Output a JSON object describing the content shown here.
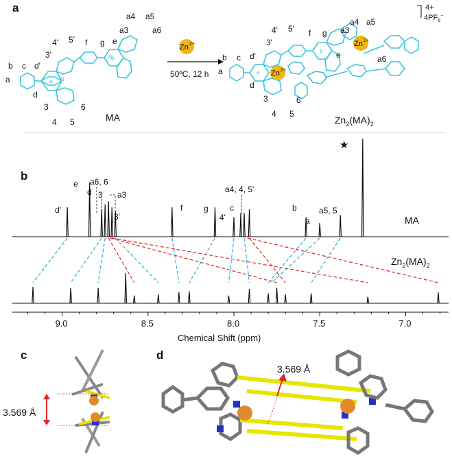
{
  "panels": {
    "a": "a",
    "b": "b",
    "c": "c",
    "d": "d"
  },
  "scheme": {
    "reactant": "MA",
    "reagent": "Zn",
    "reagent_charge": "2+",
    "conditions": "50ºC, 12 h",
    "product_main": "Zn",
    "product_sub": "2",
    "product_paren": "(MA)",
    "product_paren_sub": "2",
    "charge": "4+",
    "counterion_main": "4PF",
    "counterion_sub": "6",
    "counterion_sup": "−",
    "metal_label": "Zn",
    "metal_charge": "2+",
    "ring_a": "a",
    "ring_b": "b",
    "reactant_labels": [
      "a",
      "b",
      "c",
      "d'",
      "4'",
      "5'",
      "3'",
      "f",
      "g",
      "e",
      "a3",
      "a4",
      "a5",
      "a6",
      "d",
      "3",
      "6",
      "4",
      "5"
    ],
    "product_labels": [
      "a",
      "b",
      "c",
      "d'",
      "4'",
      "5'",
      "3'",
      "f",
      "g",
      "e",
      "a3",
      "a4",
      "a5",
      "a6",
      "d",
      "3",
      "6",
      "4",
      "5"
    ]
  },
  "nmr": {
    "xlabel": "Chemical Shift (ppm)",
    "ticks": [
      "9.0",
      "8.5",
      "8.0",
      "7.5",
      "7.0"
    ],
    "trace_top_label": "MA",
    "trace_bottom_label_main": "Zn",
    "trace_bottom_label_sub": "2",
    "trace_bottom_label_paren": "(MA)",
    "trace_bottom_label_paren_sub": "2",
    "star": "★",
    "peak_labels": [
      "d'",
      "e",
      "d",
      "a6, 6",
      "3",
      "a3",
      "3'",
      "f",
      "g",
      "4'",
      "c",
      "a4, 4, 5'",
      "b",
      "a",
      "a5, 5"
    ]
  },
  "panel_c": {
    "distance": "3.569 Å"
  },
  "panel_d": {
    "distance": "3.569 Å"
  },
  "chart_data": {
    "type": "line",
    "xlabel": "Chemical Shift (ppm)",
    "xlim": [
      9.25,
      6.75
    ],
    "series": [
      {
        "name": "MA",
        "peaks": [
          {
            "ppm": 8.97,
            "h": 0.3
          },
          {
            "ppm": 8.84,
            "h": 0.55
          },
          {
            "ppm": 8.77,
            "h": 0.28
          },
          {
            "ppm": 8.75,
            "h": 0.33
          },
          {
            "ppm": 8.73,
            "h": 0.36
          },
          {
            "ppm": 8.71,
            "h": 0.3
          },
          {
            "ppm": 8.69,
            "h": 0.26
          },
          {
            "ppm": 8.36,
            "h": 0.3
          },
          {
            "ppm": 8.11,
            "h": 0.3
          },
          {
            "ppm": 8.0,
            "h": 0.2
          },
          {
            "ppm": 7.96,
            "h": 0.24
          },
          {
            "ppm": 7.94,
            "h": 0.24
          },
          {
            "ppm": 7.91,
            "h": 0.28
          },
          {
            "ppm": 7.58,
            "h": 0.2
          },
          {
            "ppm": 7.5,
            "h": 0.14
          },
          {
            "ppm": 7.38,
            "h": 0.22
          },
          {
            "ppm": 7.25,
            "h": 1.0
          }
        ]
      },
      {
        "name": "Zn2(MA)2",
        "peaks": [
          {
            "ppm": 9.17,
            "h": 0.3
          },
          {
            "ppm": 8.95,
            "h": 0.28
          },
          {
            "ppm": 8.79,
            "h": 0.28
          },
          {
            "ppm": 8.63,
            "h": 0.55
          },
          {
            "ppm": 8.58,
            "h": 0.14
          },
          {
            "ppm": 8.44,
            "h": 0.16
          },
          {
            "ppm": 8.32,
            "h": 0.2
          },
          {
            "ppm": 8.26,
            "h": 0.22
          },
          {
            "ppm": 8.03,
            "h": 0.14
          },
          {
            "ppm": 7.91,
            "h": 0.26
          },
          {
            "ppm": 7.8,
            "h": 0.18
          },
          {
            "ppm": 7.75,
            "h": 0.28
          },
          {
            "ppm": 7.7,
            "h": 0.16
          },
          {
            "ppm": 7.55,
            "h": 0.18
          },
          {
            "ppm": 7.22,
            "h": 0.12
          },
          {
            "ppm": 6.81,
            "h": 0.2
          }
        ]
      }
    ],
    "correlations": [
      {
        "from": 8.97,
        "to": 9.17,
        "color": "#29a8d8"
      },
      {
        "from": 8.77,
        "to": 8.95,
        "color": "#29a8d8"
      },
      {
        "from": 8.75,
        "to": 8.79,
        "color": "#29a8d8"
      },
      {
        "from": 8.73,
        "to": 8.58,
        "color": "#e02424"
      },
      {
        "from": 8.72,
        "to": 7.75,
        "color": "#e02424"
      },
      {
        "from": 8.71,
        "to": 7.22,
        "color": "#e02424"
      },
      {
        "from": 8.69,
        "to": 8.44,
        "color": "#29a8d8"
      },
      {
        "from": 8.36,
        "to": 8.32,
        "color": "#29a8d8"
      },
      {
        "from": 8.11,
        "to": 8.26,
        "color": "#29a8d8"
      },
      {
        "from": 8.0,
        "to": 8.03,
        "color": "#29a8d8"
      },
      {
        "from": 7.94,
        "to": 7.91,
        "color": "#29a8d8"
      },
      {
        "from": 7.91,
        "to": 7.7,
        "color": "#e02424"
      },
      {
        "from": 7.92,
        "to": 6.81,
        "color": "#e02424"
      },
      {
        "from": 7.58,
        "to": 7.8,
        "color": "#29a8d8"
      },
      {
        "from": 7.5,
        "to": 7.78,
        "color": "#29a8d8"
      },
      {
        "from": 7.38,
        "to": 7.55,
        "color": "#29a8d8"
      }
    ]
  },
  "colors": {
    "cyan": "#3cc4dd",
    "zinc": "#f0b417",
    "red": "#e02424",
    "blue_dash": "#29a8d8"
  }
}
